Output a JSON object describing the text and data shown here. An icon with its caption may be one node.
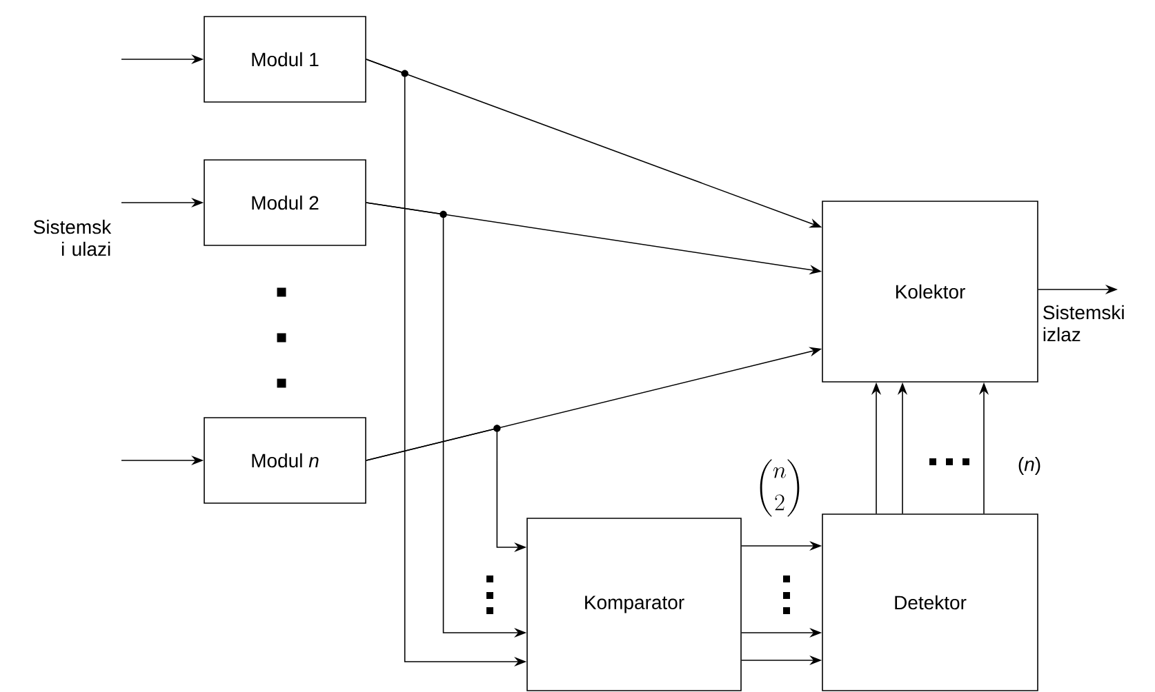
{
  "diagram": {
    "nodes": [
      {
        "text": [
          "Modul 1"
        ]
      },
      {
        "text": [
          "Modul 2"
        ]
      },
      {
        "text": [
          "Modul *n*"
        ]
      },
      {
        "text": [
          "Kolektor"
        ]
      },
      {
        "text": [
          "Komparator"
        ]
      },
      {
        "text": [
          "Detektor"
        ]
      },
      {
        "text": [
          "Sistemski izlaz"
        ]
      }
    ],
    "edges": [
      {
        "from": null,
        "to": 0,
        "arrow": "to"
      },
      {
        "from": null,
        "to": 1,
        "arrow": "to"
      },
      {
        "from": null,
        "to": 2,
        "arrow": "to"
      },
      {
        "from": 0,
        "to": 3,
        "arrow": "to"
      },
      {
        "from": 1,
        "to": 3,
        "arrow": "to"
      },
      {
        "from": 2,
        "to": 3,
        "arrow": "to"
      },
      {
        "from": 0,
        "to": 4,
        "arrow": "to"
      },
      {
        "from": 1,
        "to": 4,
        "arrow": "to"
      },
      {
        "from": 2,
        "to": 4,
        "arrow": "to"
      },
      {
        "from": 4,
        "to": 5,
        "arrow": "to"
      },
      {
        "from": 4,
        "to": 5,
        "arrow": "to"
      },
      {
        "from": 4,
        "to": 5,
        "arrow": "to"
      },
      {
        "from": 5,
        "to": 3,
        "arrow": "to"
      },
      {
        "from": 5,
        "to": 3,
        "arrow": "to"
      },
      {
        "from": 5,
        "to": 3,
        "arrow": "to"
      },
      {
        "from": 3,
        "to": 6,
        "arrow": "to"
      }
    ],
    "labels": [
      "Sistemsk i ulazi",
      "\\binom{n}{2}",
      "(*n*)"
    ]
  }
}
